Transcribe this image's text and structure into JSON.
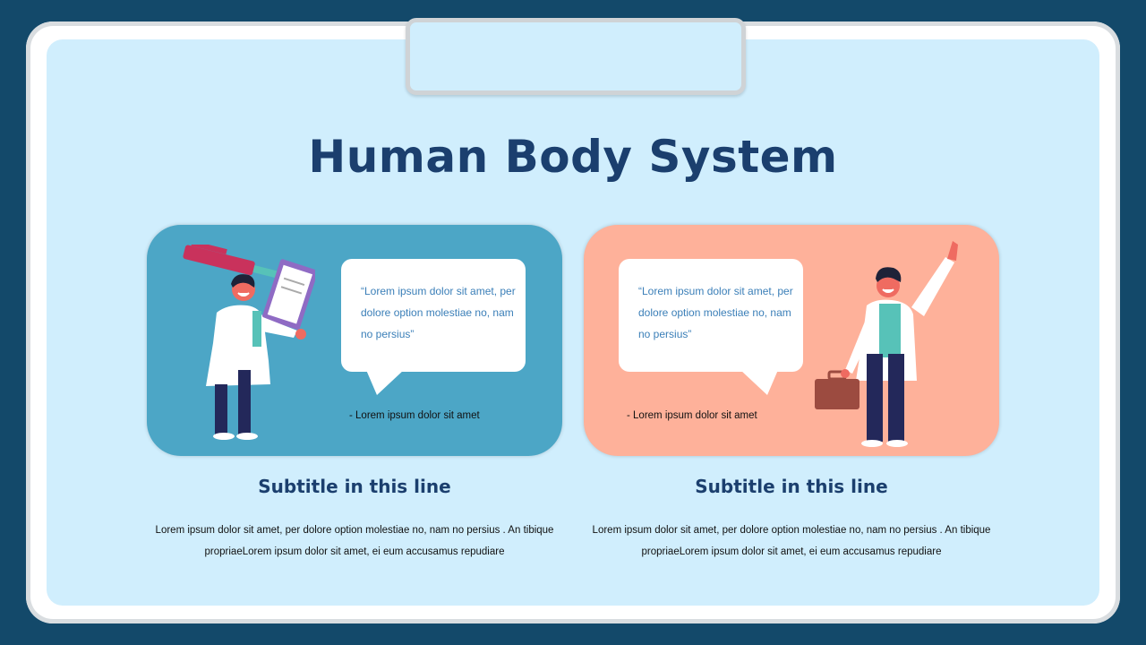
{
  "slide": {
    "title": "Human Body System"
  },
  "cards": [
    {
      "quote": "“Lorem  ipsum dolor sit amet, per dolore option molestiae no, nam no persius”",
      "author": "- Lorem  ipsum dolor sit amet",
      "subtitle": "Subtitle in this line",
      "body": "Lorem  ipsum dolor sit amet, per  dolore option molestiae no,  nam no persius  . An tibique propriaeLorem ipsum dolor sit amet, ei eum  accusamus repudiare"
    },
    {
      "quote": "“Lorem  ipsum dolor sit amet, per dolore option molestiae no, nam no persius”",
      "author": "- Lorem  ipsum dolor sit amet",
      "subtitle": "Subtitle in this line",
      "body": "Lorem  ipsum dolor sit amet, per  dolore option molestiae no,  nam no persius  . An tibique propriaeLorem ipsum dolor sit amet, ei eum  accusamus repudiare"
    }
  ],
  "colors": {
    "background": "#13496a",
    "panel": "#d0eefd",
    "card_blue": "#4ca6c6",
    "card_peach": "#feb19a",
    "title": "#1b3f6e"
  },
  "icons": {
    "left_figure": "doctor-with-clipboard-icon",
    "right_figure": "doctor-with-briefcase-icon"
  }
}
